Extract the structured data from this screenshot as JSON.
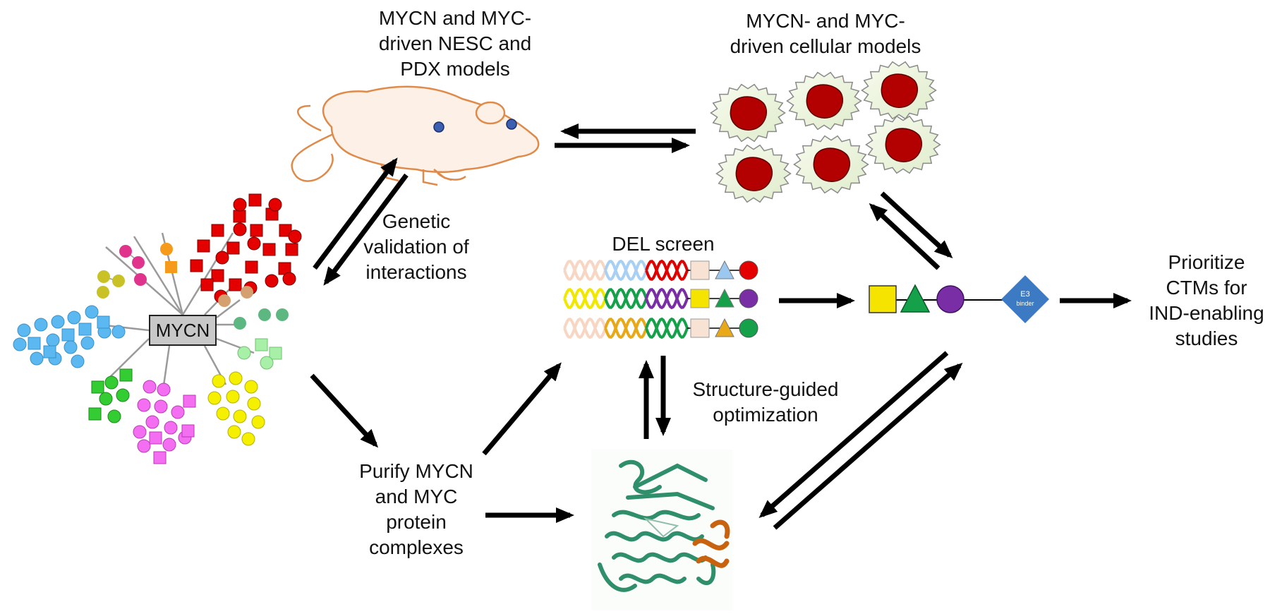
{
  "labels": {
    "mouse_models": [
      "MYCN and MYC-",
      "driven NESC and",
      "PDX models"
    ],
    "cellular_models": [
      "MYCN- and MYC-",
      "driven cellular models"
    ],
    "genetic_validation": [
      "Genetic",
      "validation of",
      "interactions"
    ],
    "del_screen": "DEL screen",
    "structure_guided": [
      "Structure-guided",
      "optimization"
    ],
    "purify": [
      "Purify MYCN",
      "and MYC",
      "protein",
      "complexes"
    ],
    "prioritize": [
      "Prioritize",
      "CTMs for",
      "IND-enabling",
      "studies"
    ],
    "hub": "MYCN",
    "e3_binder": [
      "E3",
      "binder"
    ]
  },
  "colors": {
    "arrow": "#000000",
    "cell_fill": "#eef5e0",
    "cell_nucleus": "#b30000",
    "mouse_fill": "#fdf0e6",
    "mouse_stroke": "#e08a4a",
    "protein": "#2f8f6a",
    "protein_helix": "#c8620f",
    "e3_diamond": "#3d7ac4",
    "yellow_square": "#f5e400",
    "green_triangle": "#15a04a",
    "purple_circle": "#7a2ea6",
    "network_red": "#e50000",
    "network_blue": "#5bb8f0",
    "network_magenta": "#f36ef0",
    "network_yellow": "#f5f000",
    "network_green": "#33cc33"
  }
}
